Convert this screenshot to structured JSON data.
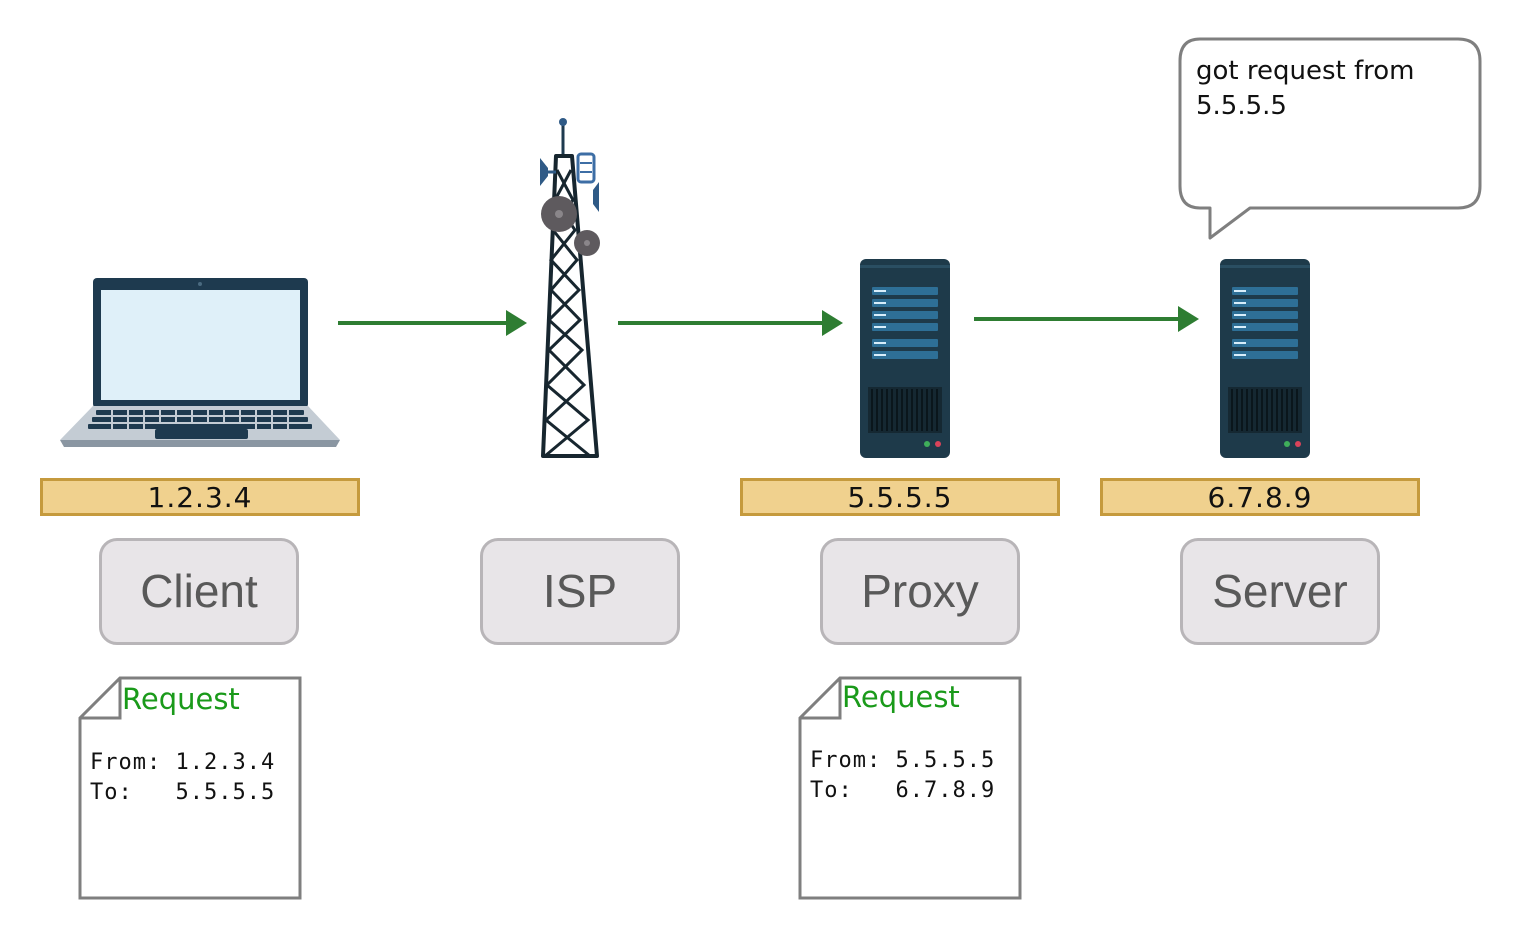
{
  "nodes": [
    {
      "label": "Client",
      "ip": "1.2.3.4",
      "icon": "laptop-icon"
    },
    {
      "label": "ISP",
      "ip": "",
      "icon": "cell-tower-icon"
    },
    {
      "label": "Proxy",
      "ip": "5.5.5.5",
      "icon": "server-icon"
    },
    {
      "label": "Server",
      "ip": "6.7.8.9",
      "icon": "server-icon"
    }
  ],
  "requests": [
    {
      "title": "Request",
      "lines": "From: 1.2.3.4\nTo:   5.5.5.5"
    },
    {
      "title": "Request",
      "lines": "From: 5.5.5.5\nTo:   6.7.8.9"
    }
  ],
  "speech_bubble": {
    "text": "got request from 5.5.5.5"
  },
  "colors": {
    "arrow": "#2e7d32",
    "ip_fill": "#f0d18e",
    "ip_border": "#c59a3d",
    "label_fill": "#e8e5e8",
    "request_title": "#1a9a1a",
    "server_body": "#1e3a4a"
  }
}
